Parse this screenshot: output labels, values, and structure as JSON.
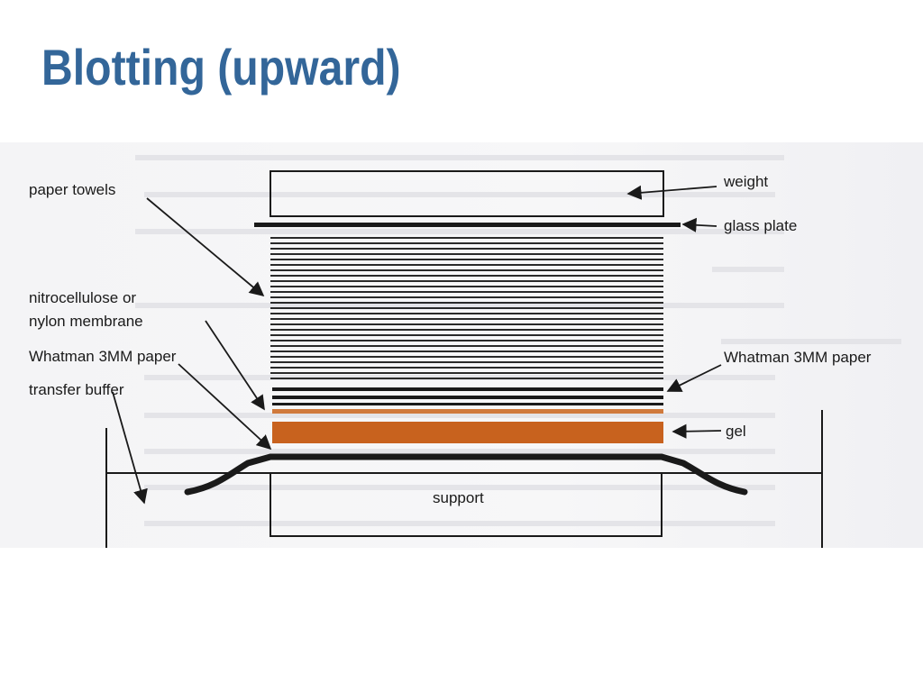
{
  "title": "Blotting (upward)",
  "labels": {
    "weight": "weight",
    "paper_towels": "paper towels",
    "glass_plate": "glass plate",
    "nitro_line1": "nitrocellulose or",
    "nitro_line2": "nylon membrane",
    "whatman_left": "Whatman 3MM paper",
    "whatman_right": "Whatman 3MM paper",
    "transfer_buffer": "transfer buffer",
    "gel": "gel",
    "support": "support"
  },
  "colors": {
    "title": "#336699",
    "gel": "#c8621e",
    "membrane": "#d07a3c",
    "ink": "#1a1a1a"
  }
}
